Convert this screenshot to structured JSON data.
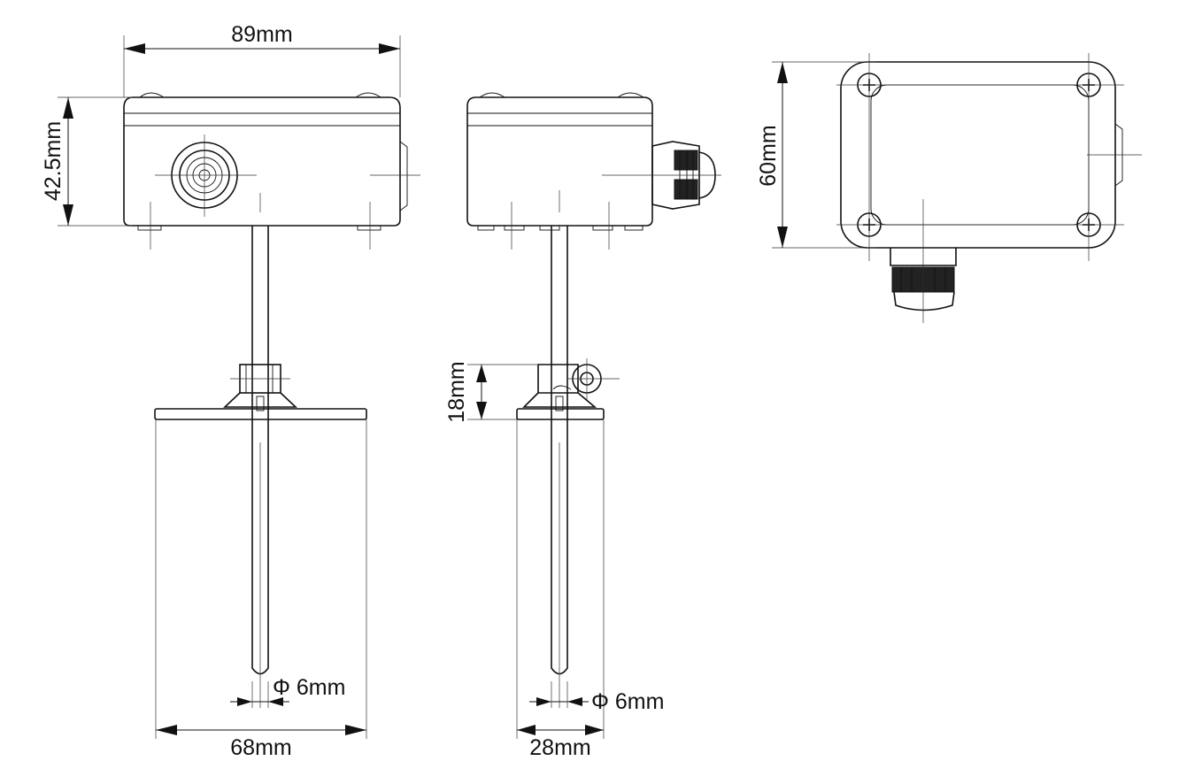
{
  "dimensions": {
    "width_box": "89mm",
    "height_box": "42.5mm",
    "height_face": "60mm",
    "flange_height": "18mm",
    "probe_dia_front": "Φ 6mm",
    "probe_dia_side": "Φ 6mm",
    "flange_width_front": "68mm",
    "flange_width_side": "28mm"
  }
}
